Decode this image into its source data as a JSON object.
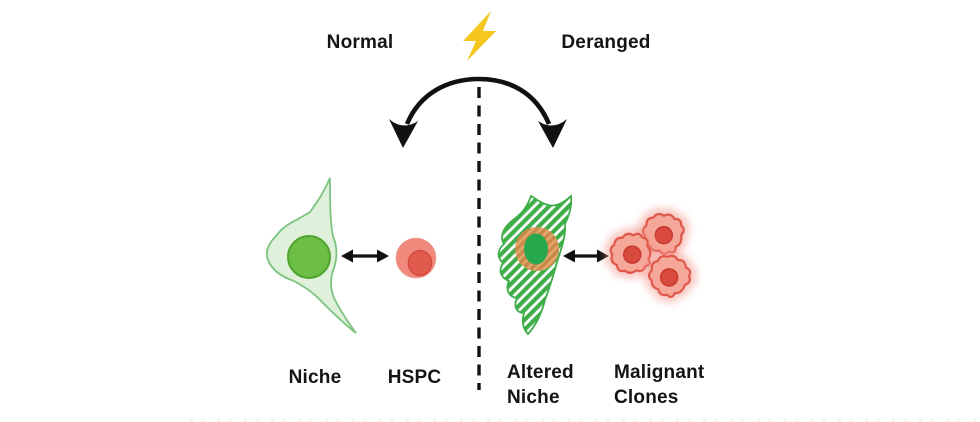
{
  "figure": {
    "top": {
      "normal_label": "Normal",
      "deranged_label": "Deranged"
    },
    "normal_side": {
      "niche_label": "Niche",
      "hspc_label": "HSPC"
    },
    "deranged_side": {
      "altered_niche_label": "Altered\nNiche",
      "malignant_clones_label": "Malignant\nClones",
      "malignant_cell_count": 3
    },
    "icons": {
      "lightning": "lightning-bolt-icon",
      "divergence": "curved-diverging-arrows-icon",
      "interaction": "bidirectional-arrow-icon",
      "divider": "vertical-dashed-divider"
    },
    "colors": {
      "text": "#141414",
      "line_black": "#111111",
      "lightning": "#F5C61E",
      "niche_body": "#DFF0DB",
      "niche_outline": "#7CC47F",
      "niche_nucleus": "#6CBE45",
      "niche_nucleus_outline": "#4EA42E",
      "hspc_body": "#F0897B",
      "hspc_outline": "#EC9384",
      "hspc_nucleus": "#E15A4E",
      "hspc_nucleus_outline": "#D44B40",
      "stripe_green": "#3FAE49",
      "ring_orange": "#C9894B",
      "ring_orange_light": "#E2A76A",
      "altered_nucleus": "#27A84C",
      "malignant_body": "#F5A violated"
    }
  }
}
